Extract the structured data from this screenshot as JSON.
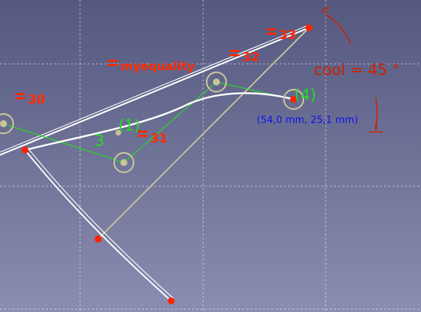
{
  "colors": {
    "bg_top": "#55587f",
    "bg_bottom": "#8a8db0",
    "constraint_red": "#ff2a00",
    "dim_red": "#cc2200",
    "bspline_green": "#22dd22",
    "control_circle": "#c8c49a",
    "helper_line": "#c8c49a",
    "geometry_white": "#ffffff",
    "point_red": "#ff2200",
    "coord_blue": "#1111ee",
    "grid_white": "#ffffff"
  },
  "constraints": {
    "c30": "30",
    "c31": "31",
    "c32": "32",
    "c33": "33",
    "my_equality": "myequality",
    "equal_icon": "equal-sign-icon"
  },
  "angle_dimension": {
    "label": "cool = 45 °"
  },
  "bspline": {
    "degree_label": "3",
    "pole_1": "(1)",
    "pole_4": "(4)"
  },
  "cursor_coords": "(54,0 mm, 25,1 mm)"
}
